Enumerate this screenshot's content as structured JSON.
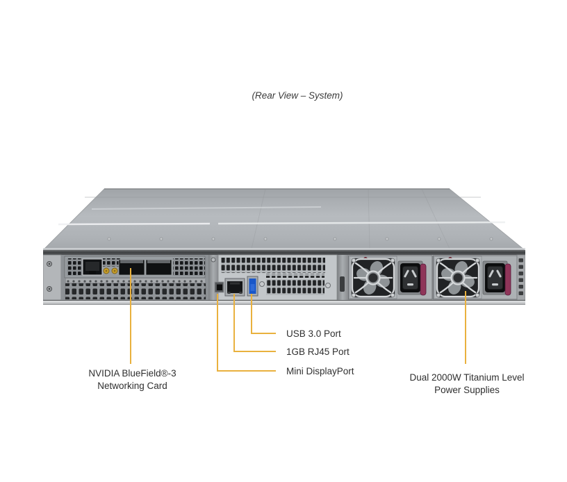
{
  "figure": {
    "title": "(Rear View – System)"
  },
  "callouts": {
    "usb": {
      "label": "USB 3.0 Port"
    },
    "rj45": {
      "label": "1GB RJ45 Port"
    },
    "mini_dp": {
      "label": "Mini DisplayPort"
    },
    "nvidia": {
      "line1": "NVIDIA BlueField®-3",
      "line2": "Networking Card"
    },
    "psu": {
      "line1": "Dual 2000W Titanium Level",
      "line2": "Power Supplies"
    }
  },
  "illustration": {
    "description": "1U server chassis rear view",
    "components": [
      "bluefield3-networking-card",
      "mini-displayport",
      "rj45-port",
      "usb3-port",
      "power-supply-left",
      "power-supply-right"
    ]
  },
  "colors": {
    "callout_line": "#E9B13E",
    "label_text": "#2F2F2F",
    "usb_blue": "#1957C9",
    "psu_handle_magenta": "#8F3559",
    "chassis_gray": "#AEB2B6"
  }
}
